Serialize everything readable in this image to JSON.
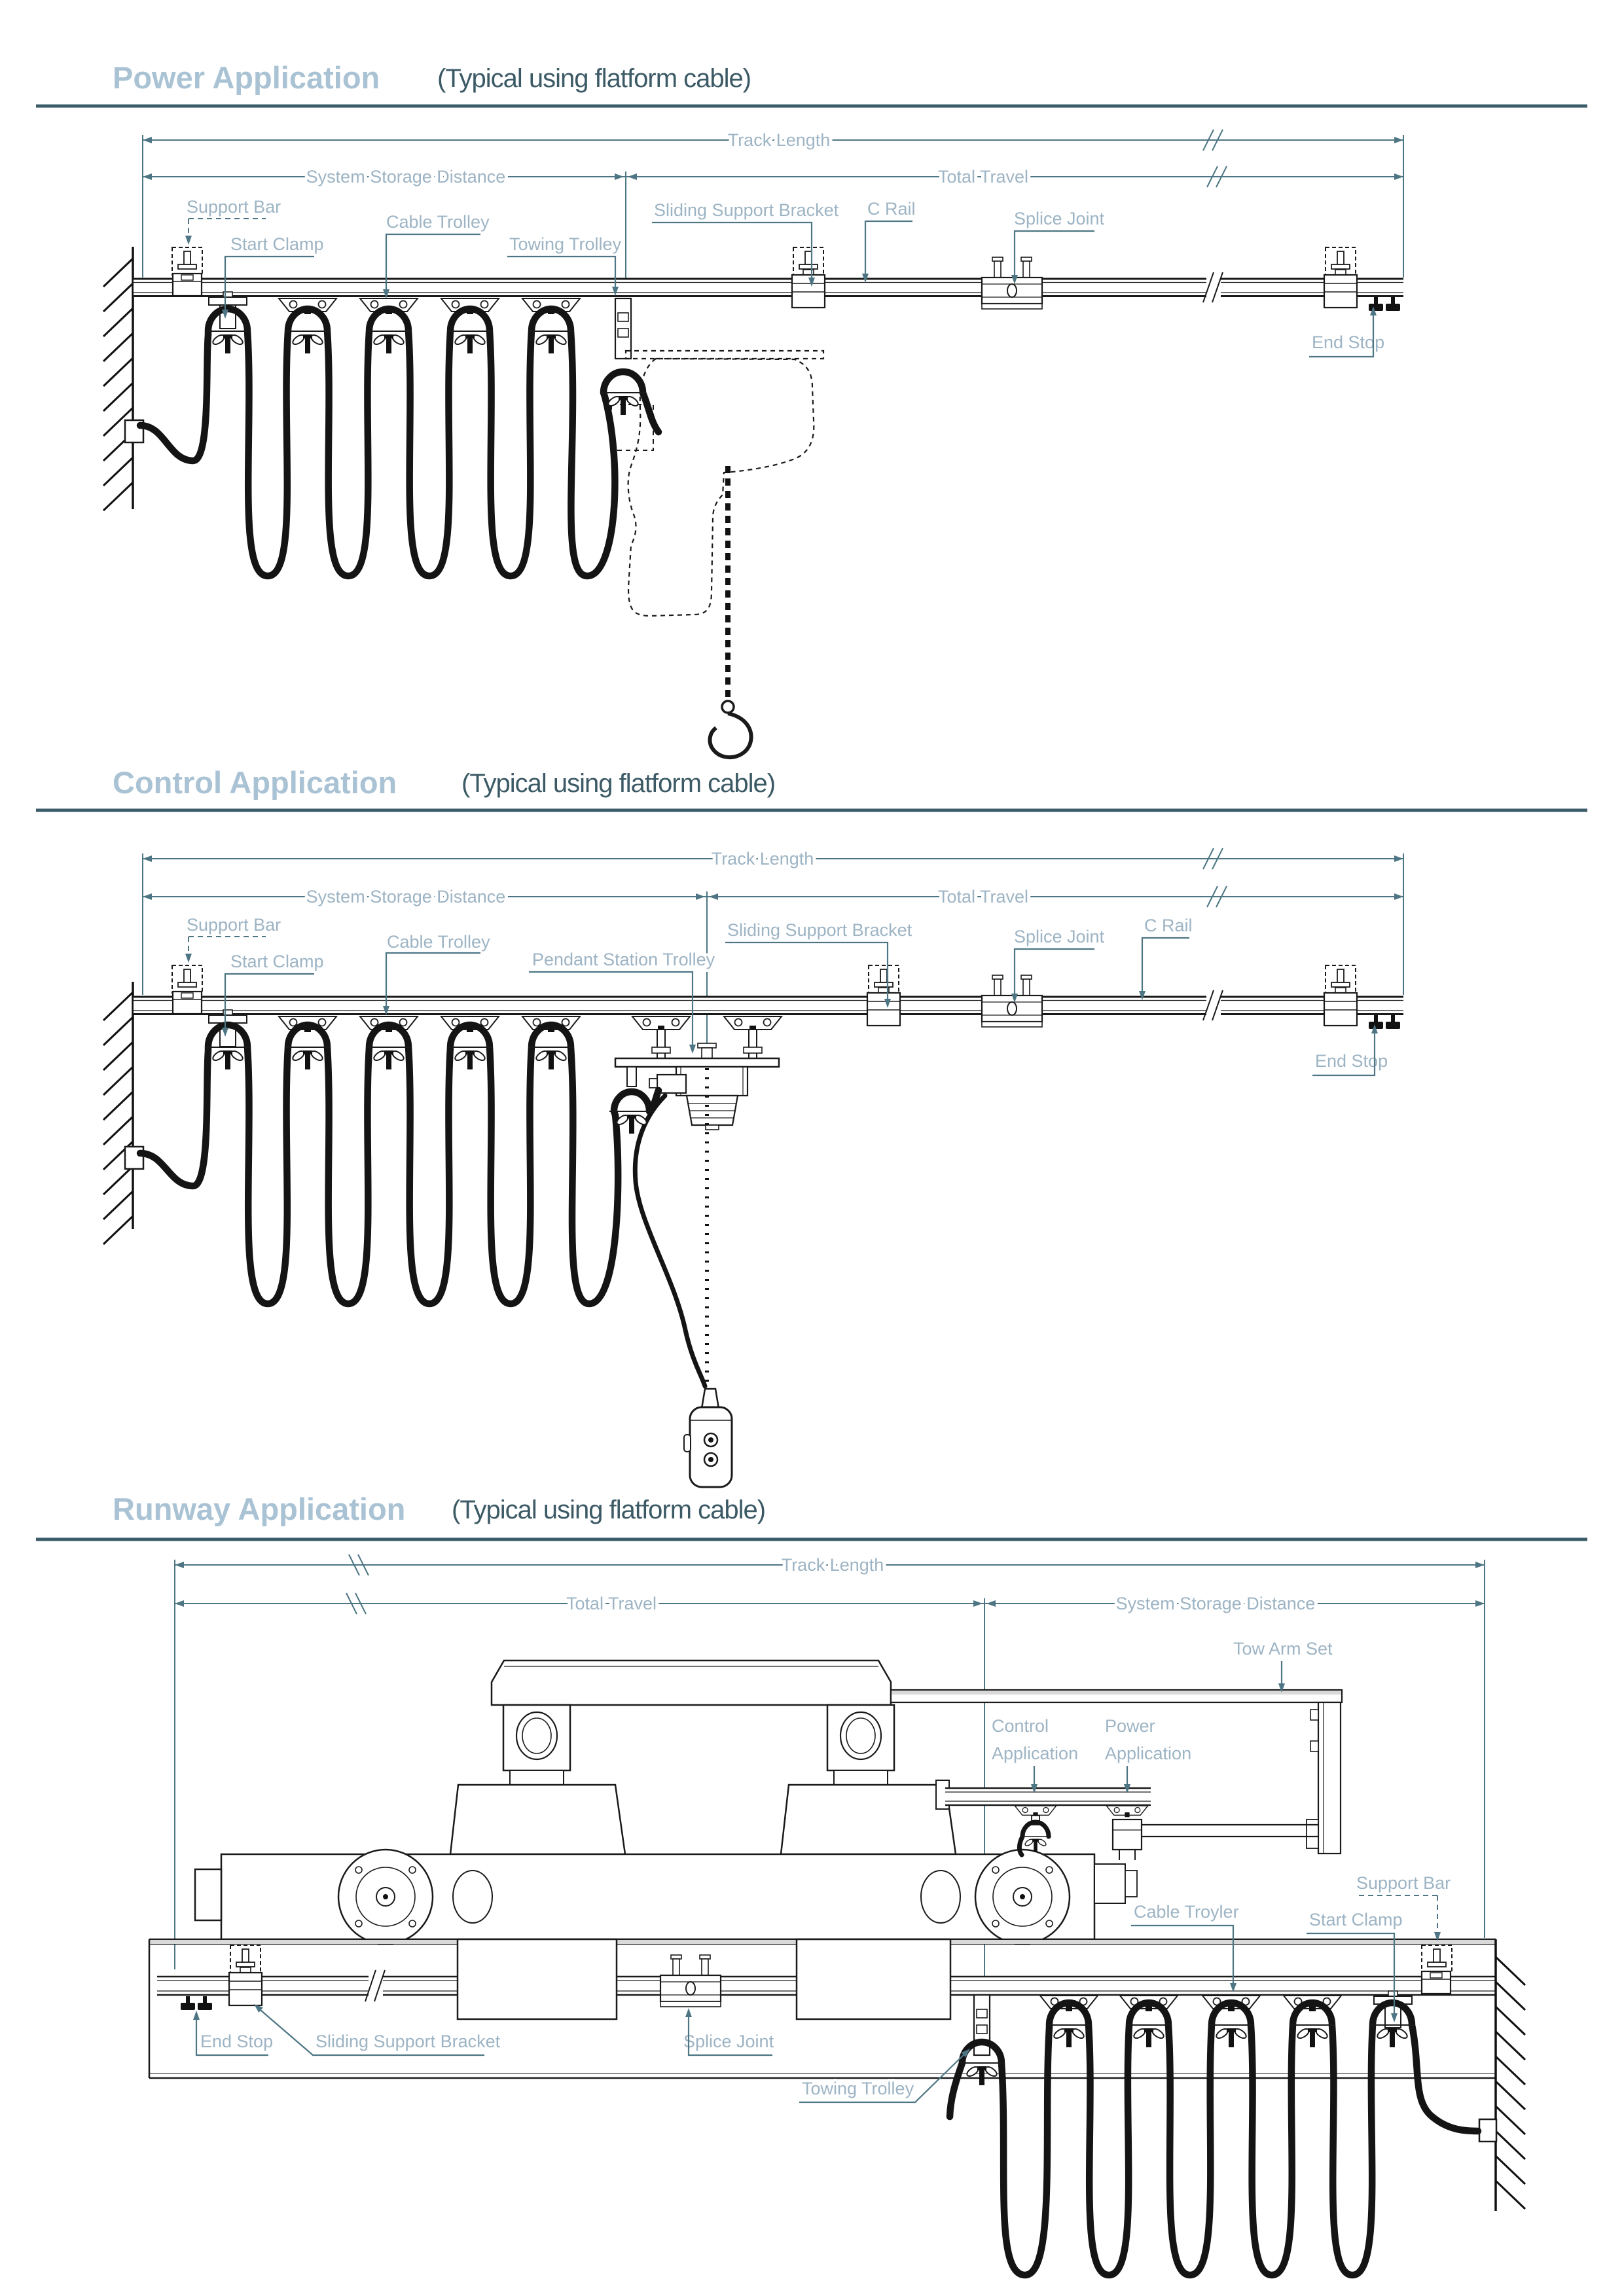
{
  "colors": {
    "label_text": "#9db4c4",
    "leader_line": "#4d7583",
    "title_accent": "#a9c2d4",
    "title_sub": "#3c5a66",
    "rule": "#3a5b68",
    "drawing": "#1a1a1a",
    "cable": "#141414"
  },
  "sections": [
    {
      "title": "Power Application",
      "subtitle": "(Typical using flatform cable)",
      "dimensions": {
        "track_length": "Track Length",
        "system_storage_distance": "System Storage Distance",
        "total_travel": "Total Travel"
      },
      "labels": {
        "support_bar": "Support Bar",
        "start_clamp": "Start Clamp",
        "cable_trolley": "Cable Trolley",
        "towing_trolley": "Towing Trolley",
        "sliding_support_bracket": "Sliding Support Bracket",
        "c_rail": "C Rail",
        "splice_joint": "Splice Joint",
        "end_stop": "End Stop"
      }
    },
    {
      "title": "Control Application",
      "subtitle": "(Typical using flatform cable)",
      "dimensions": {
        "track_length": "Track Length",
        "system_storage_distance": "System Storage Distance",
        "total_travel": "Total Travel"
      },
      "labels": {
        "support_bar": "Support Bar",
        "start_clamp": "Start Clamp",
        "cable_trolley": "Cable Trolley",
        "pendant_station_trolley": "Pendant Station Trolley",
        "sliding_support_bracket": "Sliding Support Bracket",
        "splice_joint": "Splice Joint",
        "c_rail": "C Rail",
        "end_stop": "End Stop"
      }
    },
    {
      "title": "Runway Application",
      "subtitle": "(Typical using flatform cable)",
      "dimensions": {
        "track_length": "Track Length",
        "total_travel": "Total Travel",
        "system_storage_distance": "System Storage Distance"
      },
      "labels": {
        "tow_arm_set": "Tow Arm Set",
        "control_application_line1": "Control",
        "control_application_line2": "Application",
        "power_application_line1": "Power",
        "power_application_line2": "Application",
        "support_bar": "Support Bar",
        "cable_troyler": "Cable Troyler",
        "start_clamp": "Start Clamp",
        "end_stop": "End Stop",
        "sliding_support_bracket": "Sliding Support Bracket",
        "splice_joint": "Splice Joint",
        "towing_trolley": "Towing Trolley"
      }
    }
  ]
}
